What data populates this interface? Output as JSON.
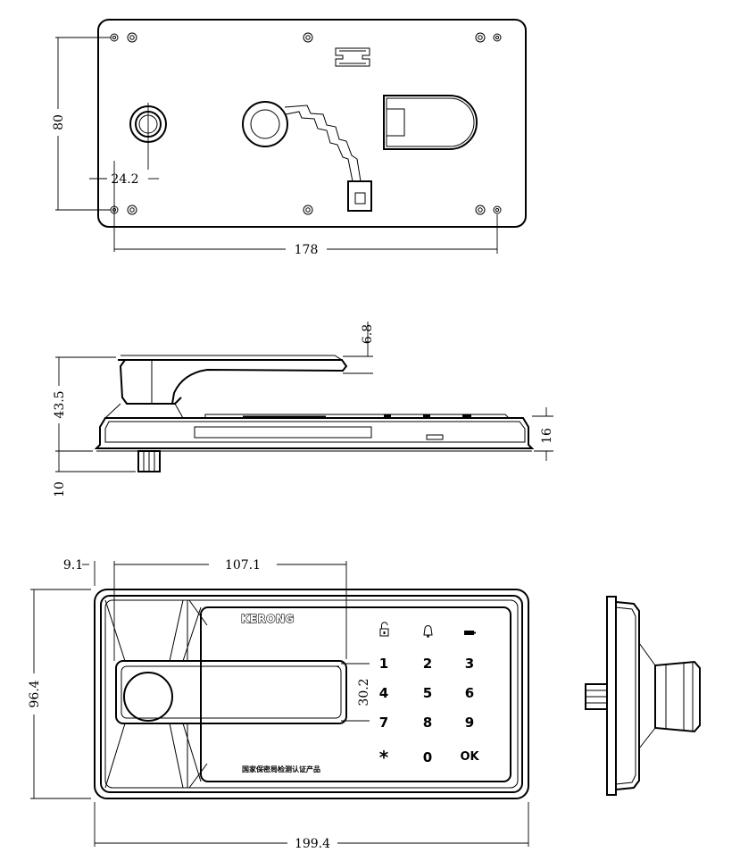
{
  "dimensions": {
    "back_height": "80",
    "back_offset": "24.2",
    "back_width": "178",
    "side_handle_thickness": "6.8",
    "side_total_height": "43.5",
    "side_base_thickness": "16",
    "side_spindle": "10",
    "front_edge_offset": "9.1",
    "front_handle_length": "107.1",
    "front_handle_height": "30.2",
    "front_height": "96.4",
    "front_width": "199.4"
  },
  "front_panel": {
    "brand": "KERONG",
    "certification": "国家保密局检测认证产品",
    "keys": [
      "1",
      "2",
      "3",
      "4",
      "5",
      "6",
      "7",
      "8",
      "9",
      "*",
      "0",
      "OK"
    ]
  },
  "icons": [
    "unlock-icon",
    "bell-icon",
    "battery-icon"
  ]
}
